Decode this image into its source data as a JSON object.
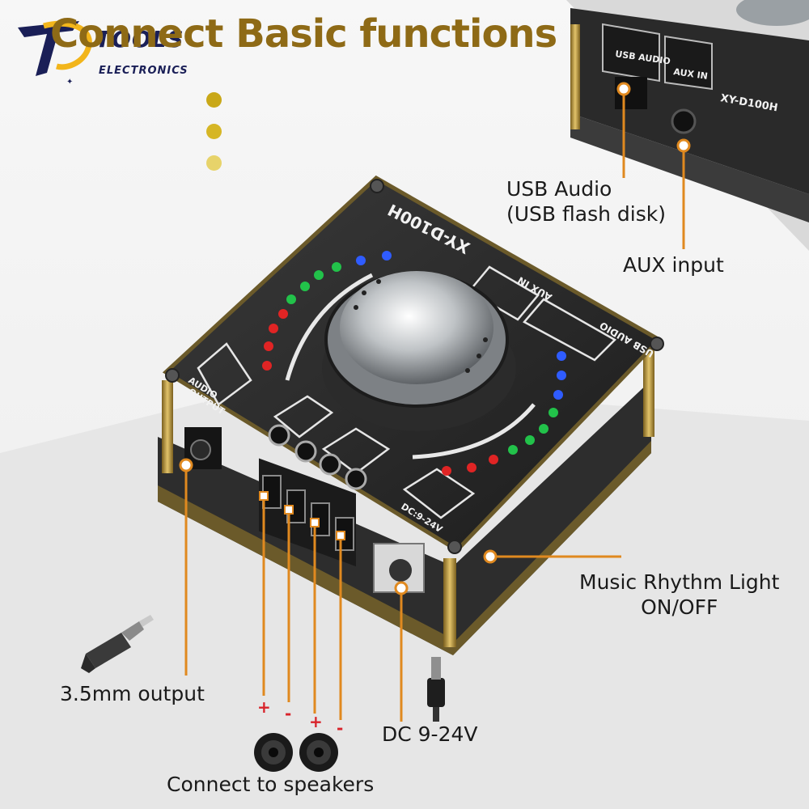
{
  "title": "Connect Basic functions",
  "logo": {
    "word1": "TOOLS",
    "word2": "ELECTRONICS"
  },
  "bullet_colors": [
    "#c9a818",
    "#d6b625",
    "#e7d36a"
  ],
  "accent_color": "#e0891f",
  "board": {
    "model": "XY-D100H",
    "usb_label": "USB AUDIO",
    "aux_label": "AUX IN",
    "audio_out_label": [
      "AUDIO",
      "OUTPUT"
    ],
    "dc_label": "DC:9-24V"
  },
  "callouts": {
    "usb_audio": [
      "USB Audio",
      "(USB flash disk)"
    ],
    "aux_input": "AUX input",
    "music_light": [
      "Music Rhythm Light",
      "ON/OFF"
    ],
    "output": "3.5mm output",
    "dc": "DC 9-24V",
    "speakers": "Connect to speakers"
  },
  "polarity": [
    "+",
    "-",
    "+",
    "-"
  ]
}
